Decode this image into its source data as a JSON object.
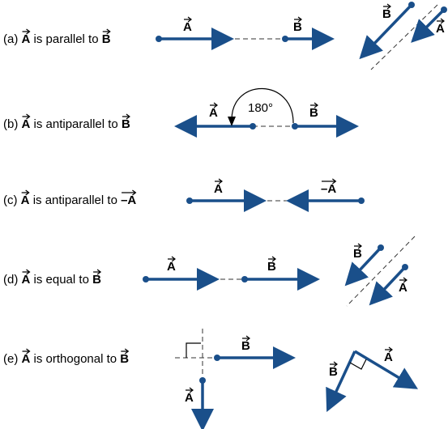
{
  "rows": [
    {
      "letter": "(a)",
      "relation": "is parallel to",
      "other": "B"
    },
    {
      "letter": "(b)",
      "relation": "is antiparallel to",
      "other": "B"
    },
    {
      "letter": "(c)",
      "relation": "is antiparallel to",
      "other": "–A"
    },
    {
      "letter": "(d)",
      "relation": "is equal to",
      "other": "B"
    },
    {
      "letter": "(e)",
      "relation": "is orthogonal to",
      "other": "B"
    }
  ],
  "vector_labels": {
    "a": "A",
    "b": "B",
    "neg_a": "–A"
  },
  "angle_label": "180°",
  "colors": {
    "vector": "#1a4f8a",
    "text": "#000000",
    "dash": "#333333"
  }
}
